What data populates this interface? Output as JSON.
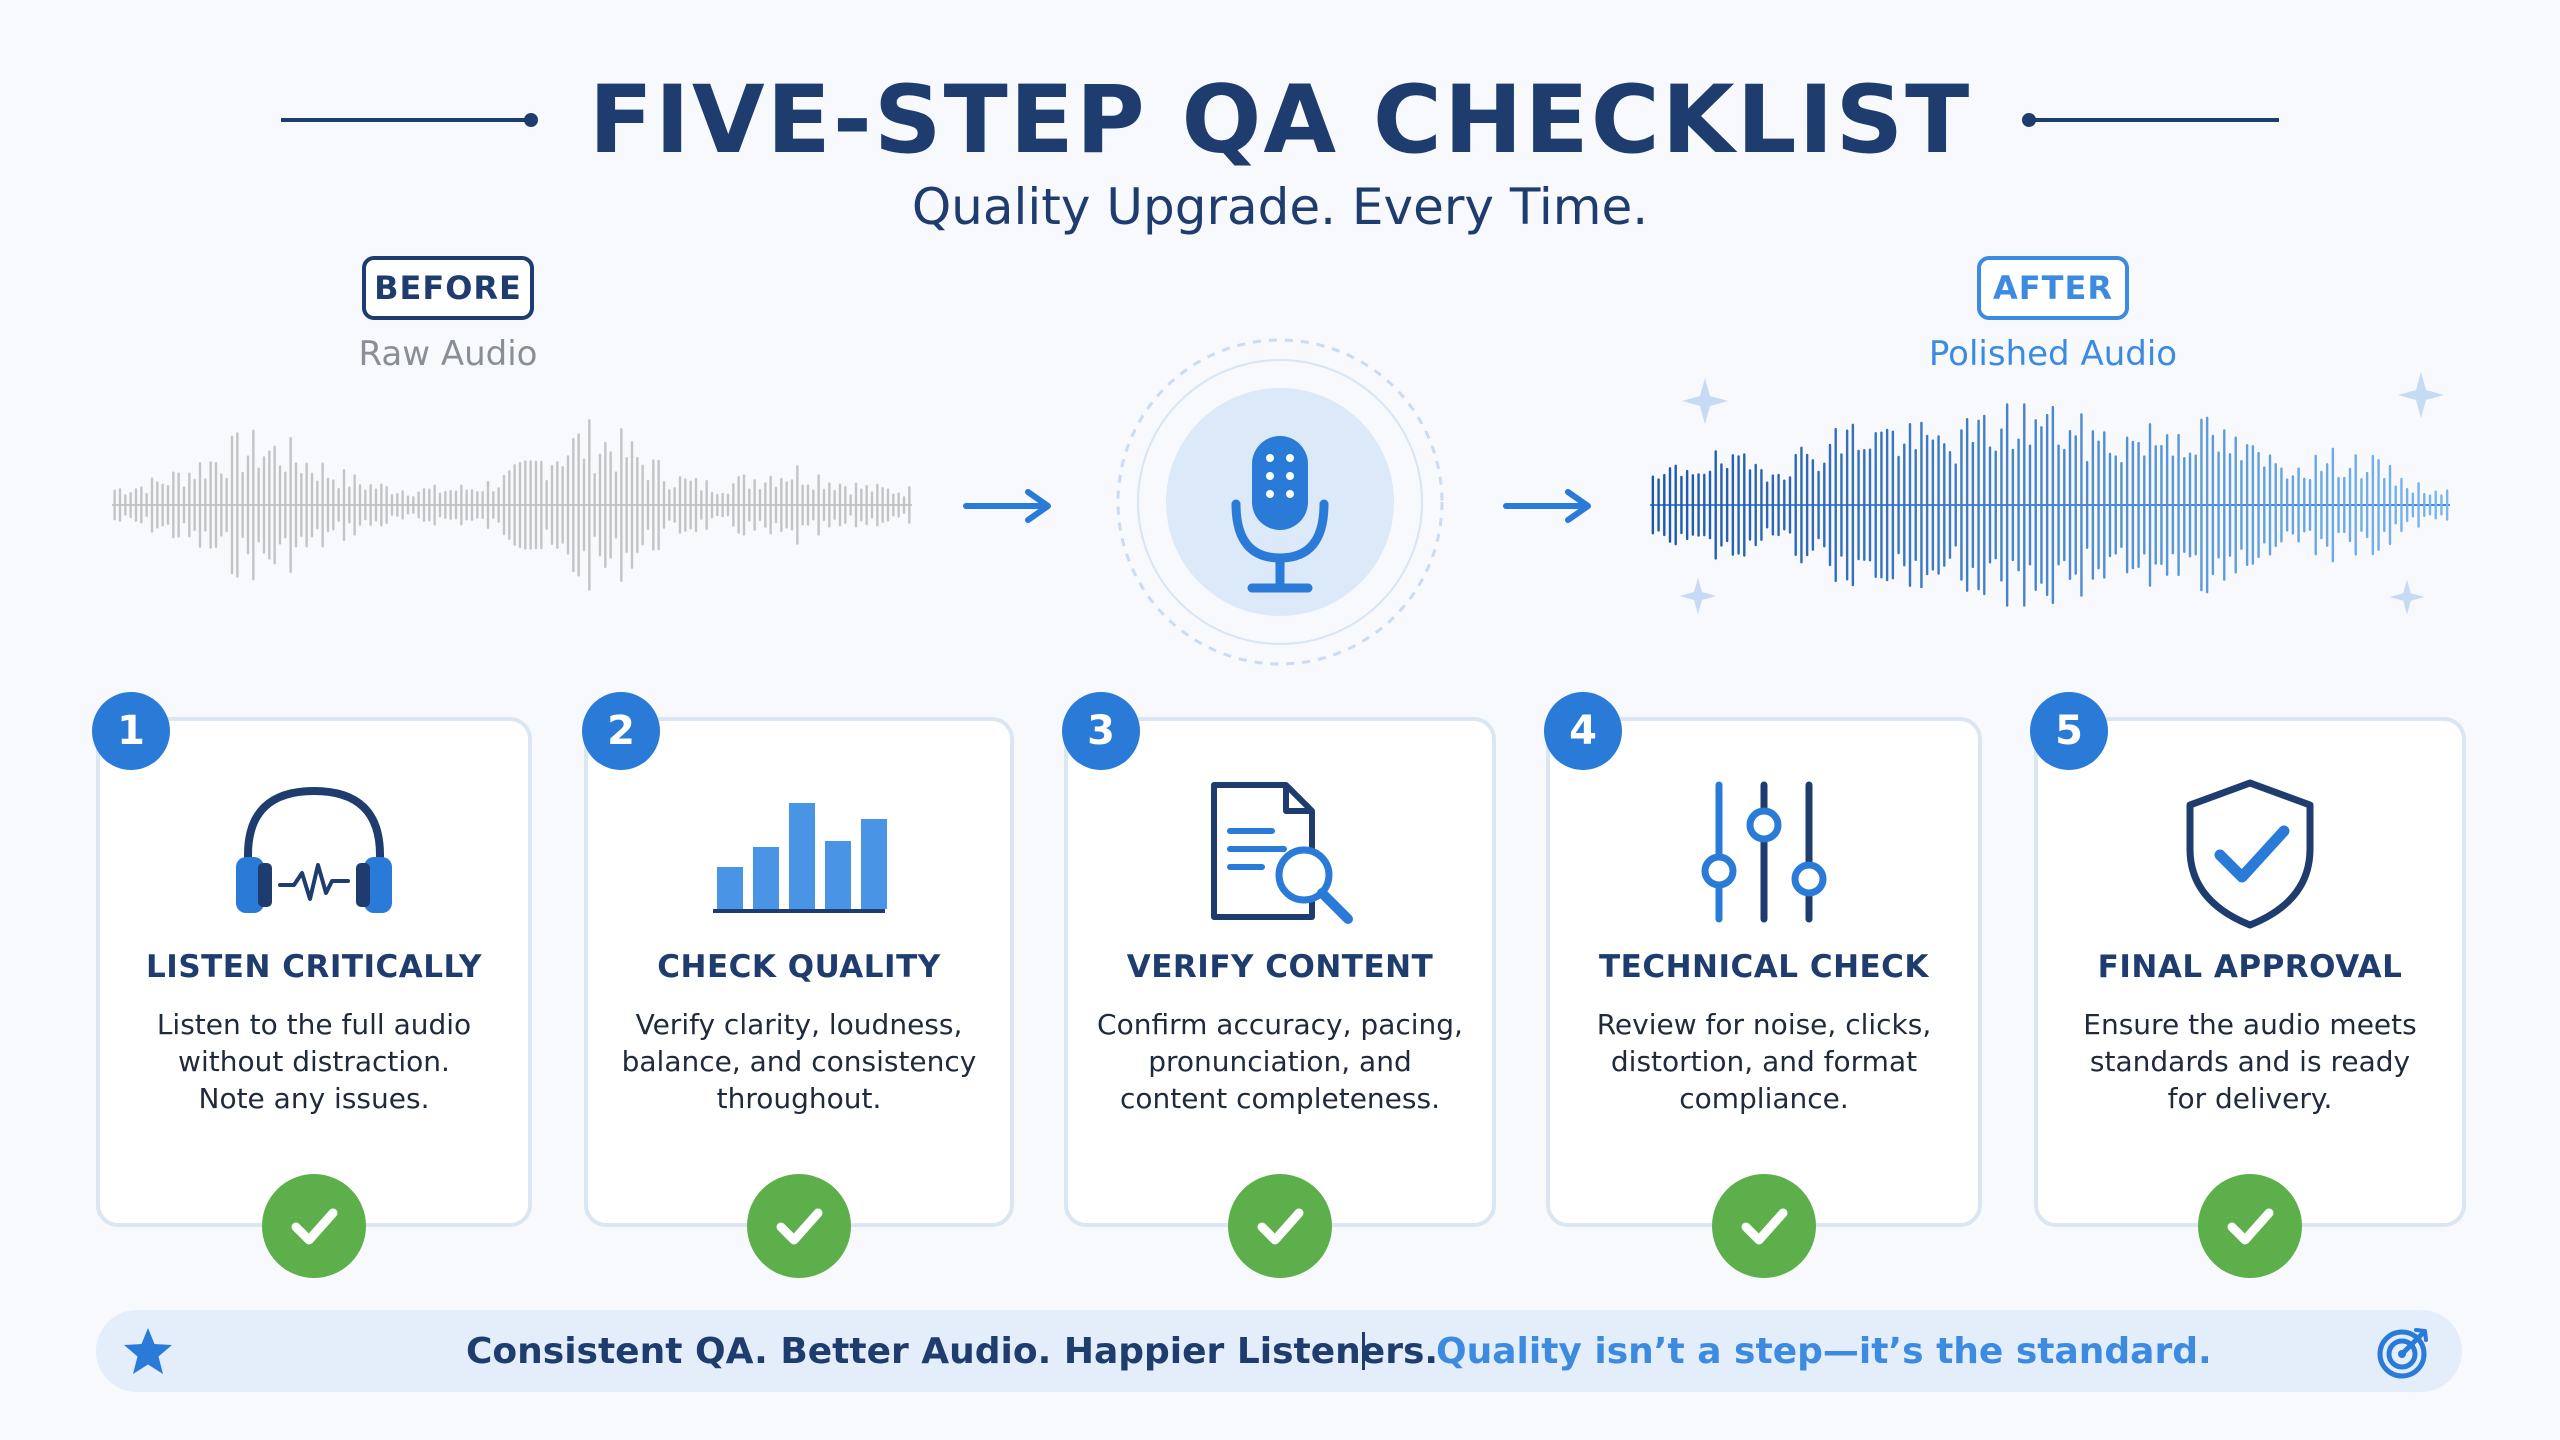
{
  "header": {
    "title": "FIVE-STEP QA CHECKLIST",
    "subtitle": "Quality Upgrade. Every Time."
  },
  "before": {
    "tag": "BEFORE",
    "caption": "Raw Audio"
  },
  "after": {
    "tag": "AFTER",
    "caption": "Polished Audio"
  },
  "center_icon": "microphone-icon",
  "steps": [
    {
      "number": "1",
      "icon": "headphones-icon",
      "title": "LISTEN CRITICALLY",
      "line1": "Listen to the full audio",
      "line2": "without distraction.",
      "line3": "Note any issues."
    },
    {
      "number": "2",
      "icon": "bar-chart-icon",
      "title": "CHECK QUALITY",
      "line1": "Verify clarity, loudness,",
      "line2": "balance, and consistency",
      "line3": "throughout."
    },
    {
      "number": "3",
      "icon": "document-search-icon",
      "title": "VERIFY CONTENT",
      "line1": "Confirm accuracy, pacing,",
      "line2": "pronunciation, and",
      "line3": "content completeness."
    },
    {
      "number": "4",
      "icon": "sliders-icon",
      "title": "TECHNICAL CHECK",
      "line1": "Review for noise, clicks,",
      "line2": "distortion, and format",
      "line3": "compliance."
    },
    {
      "number": "5",
      "icon": "shield-check-icon",
      "title": "FINAL APPROVAL",
      "line1": "Ensure the audio meets",
      "line2": "standards and is ready",
      "line3": "for delivery."
    }
  ],
  "footer": {
    "left_text": "Consistent QA. Better Audio. Happier Listeners.",
    "right_text": "Quality isn’t a step—it’s the standard.",
    "left_icon": "star-icon",
    "right_icon": "target-icon"
  },
  "colors": {
    "navy": "#1e3c6e",
    "blue": "#2a7ad8",
    "light_blue": "#3d8be0",
    "green": "#5caf4a",
    "gray_wave": "#c4c4c4"
  }
}
